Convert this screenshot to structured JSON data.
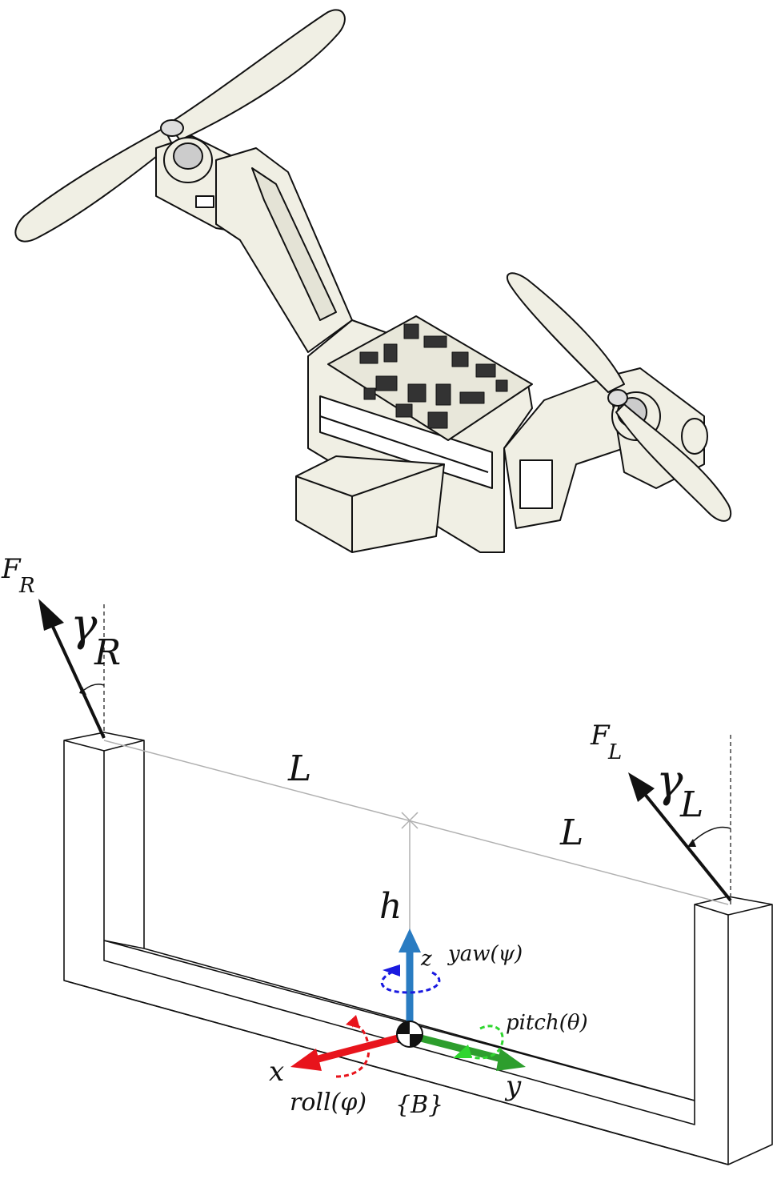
{
  "top_illustration": {
    "description_icon": "tilt-rotor-drone-render"
  },
  "diagram": {
    "force_right": {
      "symbol": "F",
      "subscript": "R"
    },
    "gamma_right": {
      "symbol": "γ",
      "subscript": "R"
    },
    "force_left": {
      "symbol": "F",
      "subscript": "L"
    },
    "gamma_left": {
      "symbol": "γ",
      "subscript": "L"
    },
    "arm_length_right": "L",
    "arm_length_left": "L",
    "height": "h",
    "z_axis": "z",
    "x_axis": "x",
    "y_axis": "y",
    "yaw": {
      "prefix": "yaw",
      "open": "(",
      "angle": "ψ",
      "close": ")"
    },
    "pitch": {
      "prefix": "pitch",
      "open": "(",
      "angle": "θ",
      "close": ")"
    },
    "roll": {
      "prefix": "roll",
      "open": "(",
      "angle": "φ",
      "close": ")"
    },
    "body_frame": "{B}"
  },
  "colors": {
    "frame_fill": "#f0efe4",
    "outline": "#111111",
    "x_axis": "#e8141c",
    "y_axis": "#2d9e2d",
    "z_axis": "#2a7cc2",
    "yaw_dash": "#1a1ae0",
    "roll_dash": "#e8141c",
    "pitch_dash": "#2fd62f",
    "guide_line": "#b0b0b0"
  }
}
